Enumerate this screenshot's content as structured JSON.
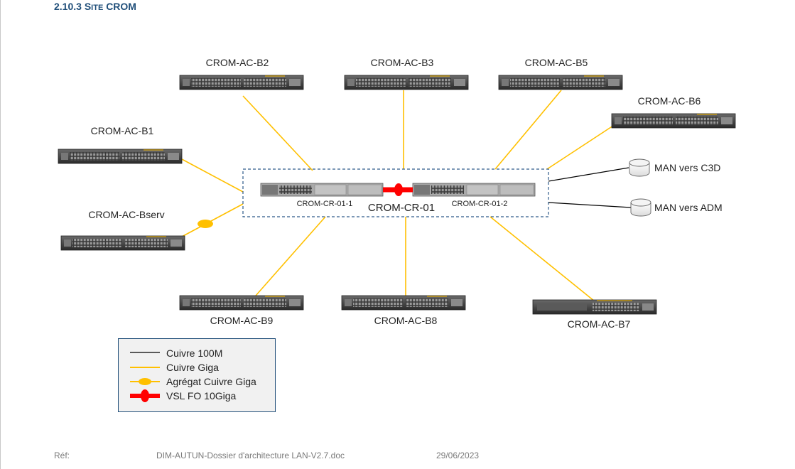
{
  "heading": {
    "number": "2.10.3",
    "title_first": "S",
    "title_small": "ITE",
    "title_rest": "CROM"
  },
  "switches": {
    "b1": "CROM-AC-B1",
    "b2": "CROM-AC-B2",
    "b3": "CROM-AC-B3",
    "b5": "CROM-AC-B5",
    "b6": "CROM-AC-B6",
    "bserv": "CROM-AC-Bserv",
    "b7": "CROM-AC-B7",
    "b8": "CROM-AC-B8",
    "b9": "CROM-AC-B9"
  },
  "core": {
    "name": "CROM-CR-01",
    "left": "CROM-CR-01-1",
    "right": "CROM-CR-01-2"
  },
  "man": {
    "c3d": "MAN vers C3D",
    "adm": "MAN vers ADM"
  },
  "legend": [
    {
      "label": "Cuivre 100M",
      "style": "copper-100m",
      "color": "#000000"
    },
    {
      "label": "Cuivre Giga",
      "style": "copper-giga",
      "color": "#ffc000"
    },
    {
      "label": "Agrégat Cuivre Giga",
      "style": "aggregate",
      "color": "#ffc000"
    },
    {
      "label": "VSL FO 10Giga",
      "style": "vsl",
      "color": "#ff0000"
    }
  ],
  "footer": {
    "ref": "Réf:",
    "doc": "DIM-AUTUN-Dossier d'architecture LAN-V2.7.doc",
    "date": "29/06/2023"
  }
}
